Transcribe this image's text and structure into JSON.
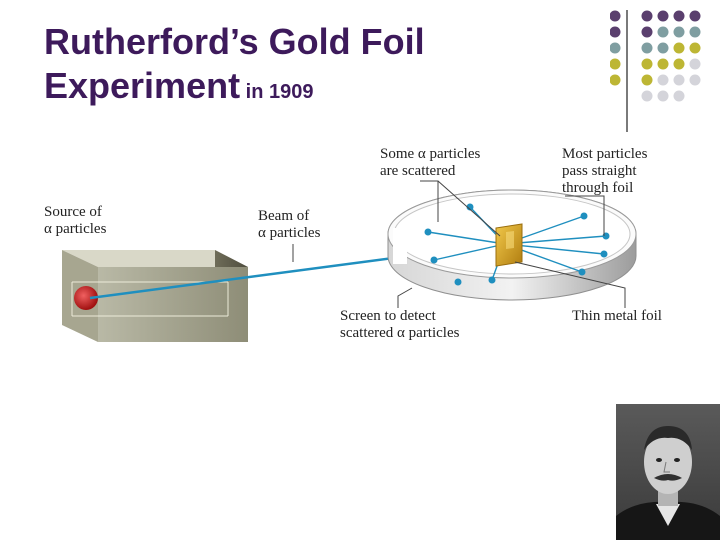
{
  "slide": {
    "title_line1": "Rutherford’s Gold Foil",
    "title_line2_main": "Experiment",
    "title_line2_small": " in 1909"
  },
  "labels": {
    "source_line1": "Source of",
    "source_line2": "α particles",
    "beam_line1": "Beam of",
    "beam_line2": "α particles",
    "scattered_line1": "Some α particles",
    "scattered_line2": "are scattered",
    "most_line1": "Most particles",
    "most_line2": "pass straight",
    "most_line3": "through foil",
    "screen_line1": "Screen to detect",
    "screen_line2": "scattered α particles",
    "foil": "Thin metal foil"
  },
  "colors": {
    "title": "#3d1a5b",
    "dot_purple": "#5a3f6e",
    "dot_teal": "#7f9ea1",
    "dot_olive": "#bdb634",
    "dot_light": "#d4d4da",
    "beam": "#1f8fbf",
    "foil": "#d9a21e"
  },
  "icons": {
    "decor": "dot-grid",
    "portrait": "scientist-portrait"
  }
}
